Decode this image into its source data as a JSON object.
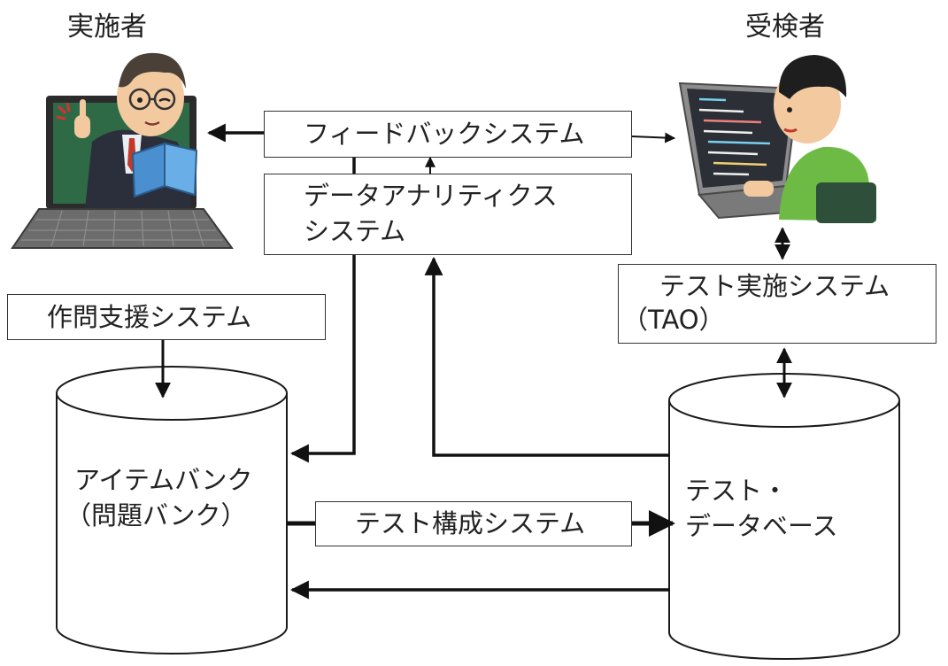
{
  "people": {
    "administrator_label": "実施者",
    "examinee_label": "受検者"
  },
  "boxes": {
    "feedback": "フィードバックシステム",
    "analytics_line1": "データアナリティクス",
    "analytics_line2": "システム",
    "authoring": "作問支援システム",
    "delivery_line1": "テスト実施システム",
    "delivery_line2": "（TAO）",
    "assembly": "テスト構成システム"
  },
  "databases": {
    "item_bank_line1": "アイテムバンク",
    "item_bank_line2": "（問題バンク）",
    "test_db_line1": "テスト・",
    "test_db_line2": "データベース"
  },
  "colors": {
    "line": "#111111",
    "box_border": "#333333",
    "screen_green": "#2f6a47",
    "shirt_green": "#6dbb45",
    "jacket": "#2b2f3b",
    "laptop": "#6c6c6c"
  }
}
